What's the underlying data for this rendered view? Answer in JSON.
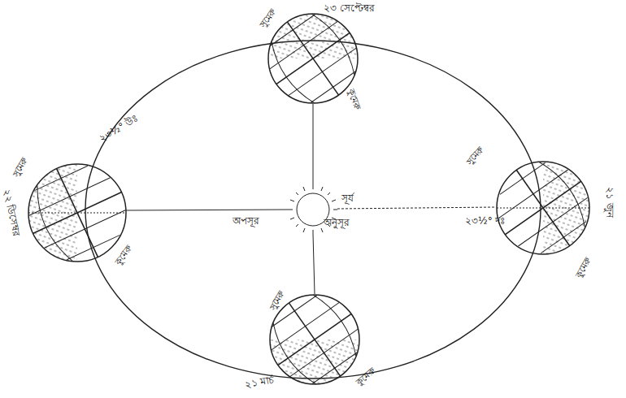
{
  "diagram": {
    "labels": [
      "২৩ সেপ্টেম্বর",
      "সুমেরু",
      "কুমেরু",
      "সুমেরু",
      "২২ ডিসেম্বর",
      "কুমেরু",
      "২৩½° উঃ",
      "অপসূর",
      "অনুসূর",
      "সূর্য",
      "সুমেরু",
      "২১ জুন",
      "কুমেরু",
      "২৩½° দঃ",
      "সুমেরু",
      "কুমেরু",
      "২১ মার্চ"
    ]
  }
}
